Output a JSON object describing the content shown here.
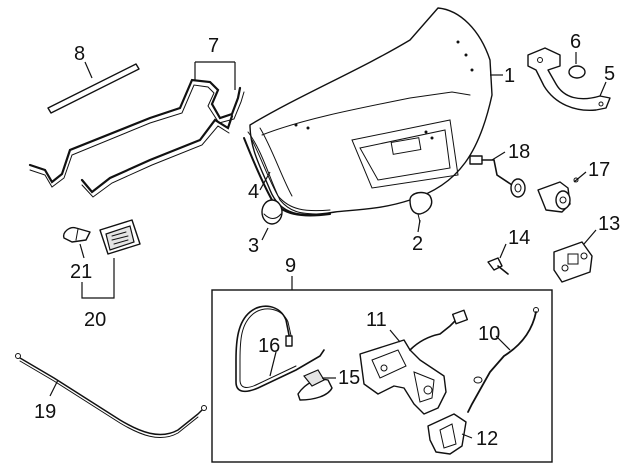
{
  "diagram": {
    "callouts": {
      "c1": "1",
      "c2": "2",
      "c3": "3",
      "c4": "4",
      "c5": "5",
      "c6": "6",
      "c7": "7",
      "c8": "8",
      "c9": "9",
      "c10": "10",
      "c11": "11",
      "c12": "12",
      "c13": "13",
      "c14": "14",
      "c15": "15",
      "c16": "16",
      "c17": "17",
      "c18": "18",
      "c19": "19",
      "c20": "20",
      "c21": "21"
    },
    "colors": {
      "ink": "#111111",
      "background": "#ffffff",
      "shade": "#e4e4e4"
    }
  }
}
